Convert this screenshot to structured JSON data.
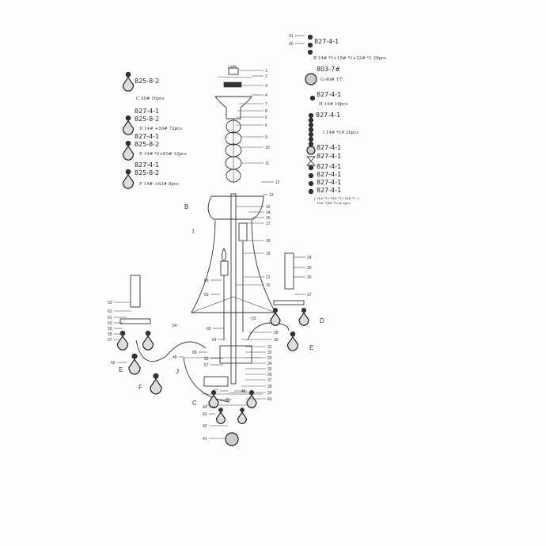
{
  "diagram": {
    "power_label": "L⊕N",
    "callouts_right": [
      "1",
      "2",
      "3",
      "4",
      "7",
      "8",
      "5",
      "6",
      "9",
      "10",
      "11",
      "12",
      "13",
      "16",
      "14",
      "15",
      "17",
      "18",
      "19",
      "21",
      "20",
      "22",
      "24",
      "25",
      "26",
      "27",
      "28",
      "30",
      "31",
      "32",
      "33",
      "34",
      "35",
      "36",
      "37",
      "38",
      "39",
      "40"
    ],
    "callouts_left": [
      "66",
      "63",
      "65",
      "64",
      "68",
      "48",
      "52",
      "57",
      "47",
      "46",
      "45",
      "44",
      "43",
      "42",
      "41",
      "63",
      "62",
      "61",
      "60",
      "59",
      "58",
      "57",
      "55",
      "54",
      "91",
      "90"
    ],
    "letters": [
      "B",
      "I",
      "J",
      "C",
      "D",
      "E",
      "E",
      "F"
    ]
  },
  "legend_left": [
    {
      "codes": [
        "825-8-2"
      ],
      "note": "C 50# 16pcs"
    },
    {
      "codes": [
        "827-4-1",
        "825-8-2"
      ],
      "note": "D 14# +50# 72pcs"
    },
    {
      "codes": [
        "827-4-1",
        "825-8-2"
      ],
      "note": "E 14# *2+63# 12pcs"
    },
    {
      "codes": [
        "827-4-1",
        "825-8-2"
      ],
      "note": "F 14# +63# 8pcs"
    }
  ],
  "legend_right": [
    {
      "codes": [
        "827-4-1"
      ],
      "note": "B 14# *1+18# *1+22# *1 28pcs"
    },
    {
      "codes": [
        "803-7#"
      ],
      "note": "G 40# 1个"
    },
    {
      "codes": [
        "827-4-1"
      ],
      "note": "H 14# 16pcs"
    },
    {
      "codes": [
        "827-4-1"
      ],
      "note": "I 14# *16 28pcs"
    },
    {
      "codes": [
        "827-4-1",
        "827-4-1",
        "827-4-1",
        "827-4-1",
        "827-4-1",
        "827-4-1"
      ],
      "note": "J 24# *1+14# *1+18# *2 +",
      "note2": "18# *14# *12# 8pcs"
    }
  ]
}
